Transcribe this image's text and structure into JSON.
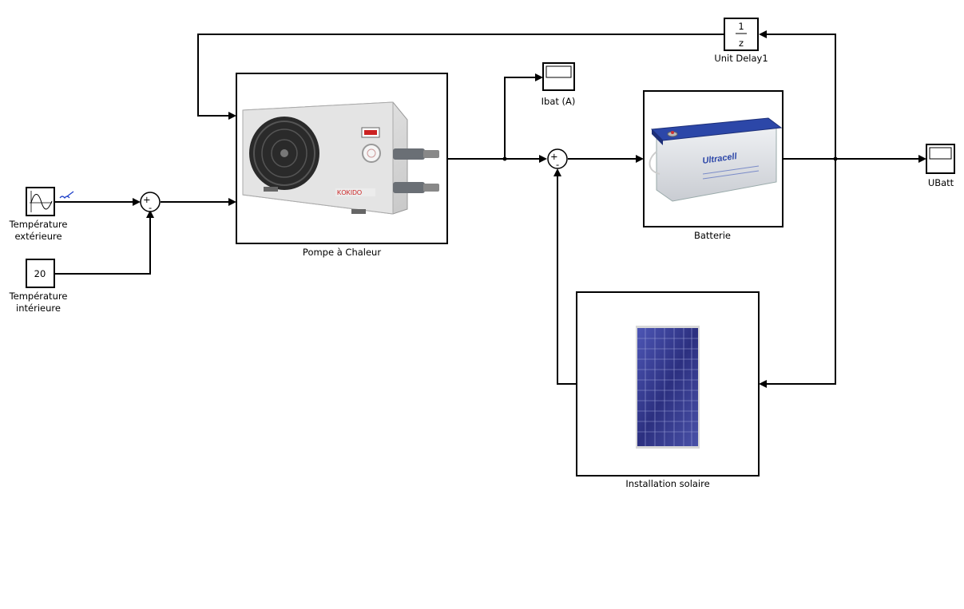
{
  "blocks": {
    "source": {
      "label_line1": "Température",
      "label_line2": "extérieure"
    },
    "constant": {
      "value": "20",
      "label_line1": "Température",
      "label_line2": "intérieure"
    },
    "heat_pump": {
      "label": "Pompe à Chaleur",
      "brand": "KOKIDO"
    },
    "scope_ibat": {
      "label": "Ibat (A)"
    },
    "battery": {
      "label": "Batterie",
      "brand": "Ultracell"
    },
    "unit_delay": {
      "label": "Unit Delay1",
      "numerator": "1",
      "denominator": "z"
    },
    "scope_ubatt": {
      "label": "UBatt"
    },
    "solar": {
      "label": "Installation solaire"
    }
  },
  "sum_signs": {
    "plus": "+",
    "minus": "-"
  },
  "colors": {
    "wire": "#000000",
    "battery_top": "#2c47a8",
    "battery_body": "#dfe2e6",
    "panel_cell": "#3a3f8f",
    "heatpump_body": "#dcdcdc"
  }
}
